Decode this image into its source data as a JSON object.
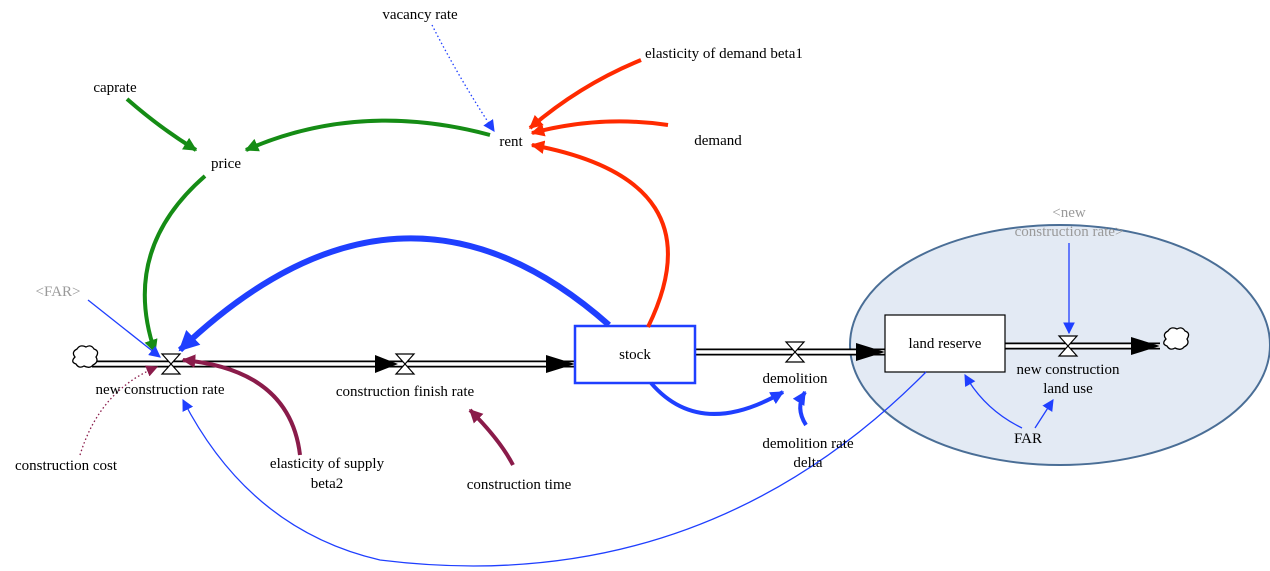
{
  "nodes": {
    "vacancy_rate": "vacancy rate",
    "elasticity_demand": "elasticity of demand beta1",
    "caprate": "caprate",
    "rent": "rent",
    "demand": "demand",
    "price": "price",
    "ghost_ncr_1": "<new",
    "ghost_ncr_2": "construction rate>",
    "ghost_far": "<FAR>",
    "stock": "stock",
    "land_reserve": "land reserve",
    "new_construction_rate": "new construction rate",
    "construction_finish_rate": "construction finish rate",
    "demolition": "demolition",
    "new_construction_land_use_1": "new construction",
    "new_construction_land_use_2": "land use",
    "far": "FAR",
    "construction_cost": "construction cost",
    "elasticity_supply_1": "elasticity of supply",
    "elasticity_supply_2": "beta2",
    "construction_time": "construction time",
    "demolition_rate_1": "demolition rate",
    "demolition_rate_2": "delta"
  },
  "colors": {
    "green": "#158c15",
    "red": "#ff2a00",
    "blue": "#1f3fff",
    "maroon": "#8a1b4a",
    "black": "#000000",
    "ellipse_fill": "#e3eaf4",
    "ellipse_stroke": "#4a6e96",
    "stock_border": "#1f3fff"
  }
}
